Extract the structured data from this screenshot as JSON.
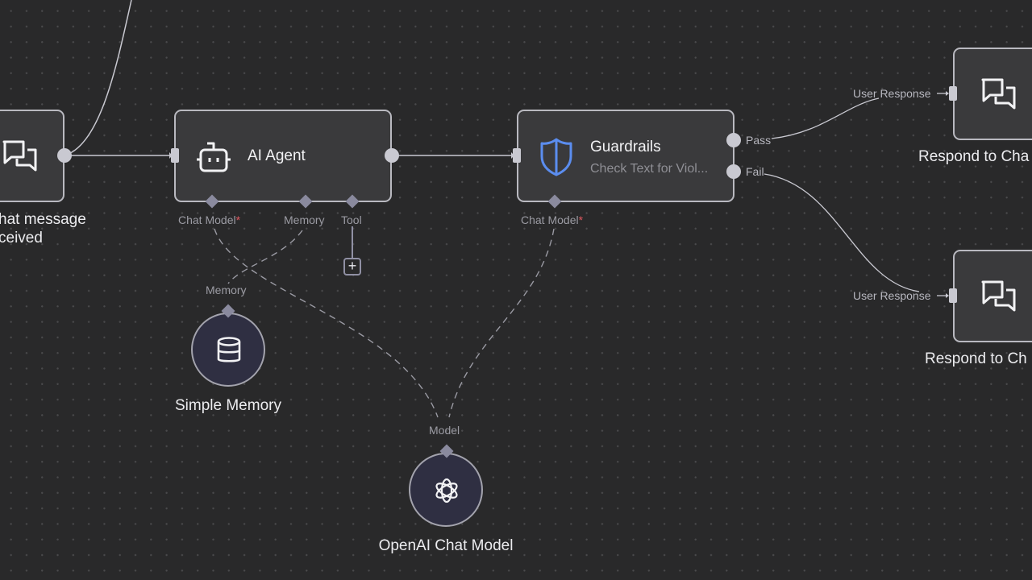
{
  "canvas": {
    "background": "#29292a",
    "accent": "#5b8def"
  },
  "nodes": {
    "chat_trigger": {
      "label_line1": "hat message",
      "label_line2": "ceived",
      "icon": "chat-bubbles-icon"
    },
    "ai_agent": {
      "title": "AI Agent",
      "icon": "robot-icon",
      "ports": {
        "chat_model": "Chat Model",
        "memory": "Memory",
        "tool": "Tool",
        "required_mark": "*"
      },
      "add_tool_label": "+"
    },
    "guardrails": {
      "title": "Guardrails",
      "subtitle": "Check Text for Viol...",
      "icon": "shield-icon",
      "icon_color": "#5b8def",
      "ports": {
        "chat_model": "Chat Model",
        "required_mark": "*"
      },
      "outputs": {
        "pass": "Pass",
        "fail": "Fail"
      }
    },
    "respond_top": {
      "label": "Respond to Cha",
      "input_label": "User Response",
      "icon": "chat-bubbles-icon"
    },
    "respond_bottom": {
      "label": "Respond to Ch",
      "input_label": "User Response",
      "icon": "chat-bubbles-icon"
    },
    "simple_memory": {
      "label": "Simple Memory",
      "port_label": "Memory",
      "icon": "database-icon"
    },
    "openai_model": {
      "label": "OpenAI Chat Model",
      "port_label": "Model",
      "icon": "openai-icon"
    }
  }
}
